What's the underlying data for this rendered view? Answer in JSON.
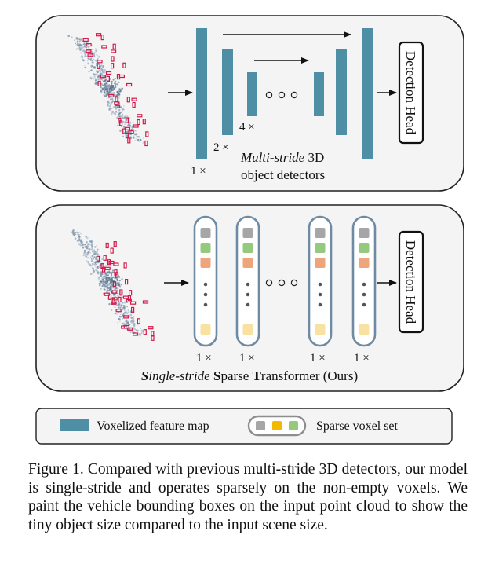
{
  "top_panel": {
    "mult_1": "1 ×",
    "mult_2": "2 ×",
    "mult_4": "4 ×",
    "label_italic": "Multi-stride",
    "label_rest": " 3D",
    "label_line2": "object detectors",
    "head": "Detection Head"
  },
  "bottom_panel": {
    "mults": [
      "1 ×",
      "1 ×",
      "1 ×",
      "1 ×"
    ],
    "title_parts": [
      {
        "text": "S",
        "style": "bi"
      },
      {
        "text": "ingle-stride ",
        "style": "i"
      },
      {
        "text": "S",
        "style": "b"
      },
      {
        "text": "parse ",
        "style": "n"
      },
      {
        "text": "T",
        "style": "b"
      },
      {
        "text": "ransformer (Ours)",
        "style": "n"
      }
    ],
    "head": "Detection Head"
  },
  "legend": {
    "feature_map": "Voxelized  feature map",
    "voxel_set": "Sparse voxel set"
  },
  "caption": "Figure 1. Compared with previous multi-stride 3D detectors, our model is single-stride and operates sparsely on the non-empty voxels. We paint the vehicle bounding boxes on the input point cloud to show the tiny object size compared to the input scene size.",
  "colors": {
    "feature": "#4e8fa6",
    "voxel_gray": "#a6a6a6",
    "voxel_green": "#94c97e",
    "voxel_orange": "#eea57c",
    "voxel_yellow": "#f7e2a1",
    "voxel_gold": "#f2b900",
    "box_red": "#d41a4a",
    "points": "#7d93ad"
  }
}
